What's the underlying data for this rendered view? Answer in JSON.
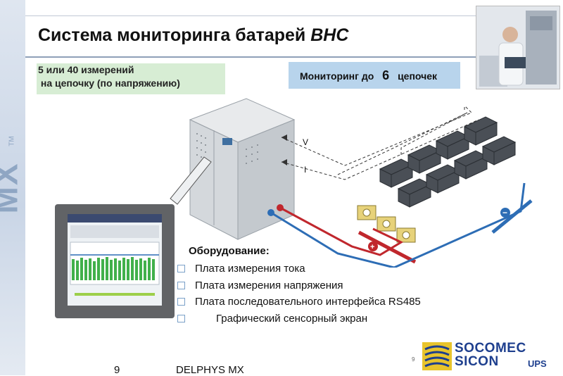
{
  "slide": {
    "title_main": "Система мониторинга батарей ",
    "title_italic": "BHC",
    "note_measurements": [
      "5 или 40 измерений",
      " на цепочку (по напряжению)"
    ],
    "monitoring": {
      "prefix": "Мониторинг до ",
      "count": "6",
      "suffix": " цепочек"
    },
    "label_voltage": "V",
    "label_current": "I",
    "plus_sign": "+",
    "minus_sign": "−"
  },
  "equipment": {
    "heading": "Оборудование:",
    "items": [
      "Плата измерения тока",
      "Плата измерения напряжения",
      "Плата последовательного интерфейса RS485",
      "Графический сенсорный экран"
    ]
  },
  "sidebar": {
    "logo": "MX",
    "tm": "TM"
  },
  "footer": {
    "slide_number": "9",
    "product": "DELPHYS MX",
    "small_page_number": "9",
    "brand_line1": "SOCOMEC",
    "brand_line2": "SICON",
    "brand_suffix": "UPS"
  },
  "colors": {
    "accent_red": "#c0272d",
    "accent_blue": "#2d6db5",
    "title_underline": "#8fa0b8"
  }
}
